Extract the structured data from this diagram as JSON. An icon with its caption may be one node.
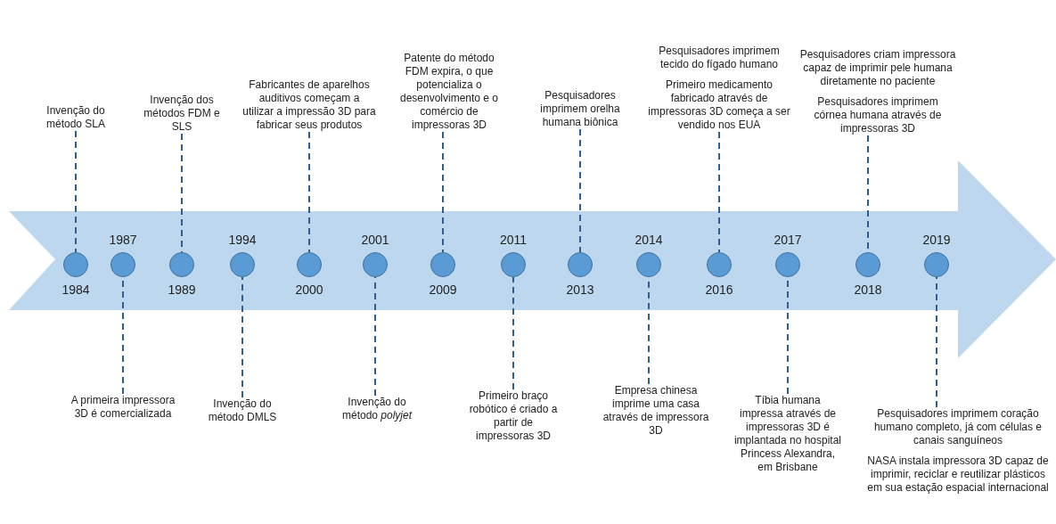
{
  "diagram": {
    "nodes": [
      {
        "text": [],
        "shape": "arrow"
      },
      {
        "text": [],
        "shape": "circle",
        "in": 0,
        "beside": [
          "1984"
        ]
      },
      {
        "text": [],
        "shape": "circle",
        "in": 0,
        "beside": [
          "1987"
        ]
      },
      {
        "text": [],
        "shape": "circle",
        "in": 0,
        "beside": [
          "1989"
        ]
      },
      {
        "text": [],
        "shape": "circle",
        "in": 0,
        "beside": [
          "1994"
        ]
      },
      {
        "text": [],
        "shape": "circle",
        "in": 0,
        "beside": [
          "2000"
        ]
      },
      {
        "text": [],
        "shape": "circle",
        "in": 0,
        "beside": [
          "2001"
        ]
      },
      {
        "text": [],
        "shape": "circle",
        "in": 0,
        "beside": [
          "2009"
        ]
      },
      {
        "text": [],
        "shape": "circle",
        "in": 0,
        "beside": [
          "2011"
        ]
      },
      {
        "text": [],
        "shape": "circle",
        "in": 0,
        "beside": [
          "2013"
        ]
      },
      {
        "text": [],
        "shape": "circle",
        "in": 0,
        "beside": [
          "2014"
        ]
      },
      {
        "text": [],
        "shape": "circle",
        "in": 0,
        "beside": [
          "2016"
        ]
      },
      {
        "text": [],
        "shape": "circle",
        "in": 0,
        "beside": [
          "2017"
        ]
      },
      {
        "text": [],
        "shape": "circle",
        "in": 0,
        "beside": [
          "2018"
        ]
      },
      {
        "text": [],
        "shape": "circle",
        "in": 0,
        "beside": [
          "2019"
        ]
      },
      {
        "text": [
          "Invenção do método SLA"
        ]
      },
      {
        "text": [
          "A primeira impressora 3D é comercializada"
        ]
      },
      {
        "text": [
          "Invenção dos métodos FDM e SLS"
        ]
      },
      {
        "text": [
          "Invenção do método DMLS"
        ]
      },
      {
        "text": [
          "Fabricantes de aparelhos auditivos começam a utilizar a impressão 3D para fabricar seus produtos"
        ]
      },
      {
        "text": [
          "Invenção do método *polyjet*"
        ]
      },
      {
        "text": [
          "Patente do método FDM expira, o que potencializa o desenvolvimento e o comércio de impressoras 3D"
        ]
      },
      {
        "text": [
          "Primeiro braço robótico é criado a partir de impressoras 3D"
        ]
      },
      {
        "text": [
          "Pesquisadores imprimem orelha humana biônica"
        ]
      },
      {
        "text": [
          "Empresa chinesa imprime uma casa através de impressora 3D"
        ]
      },
      {
        "text": [
          "Pesquisadores imprimem tecido do fígado humano",
          "Primeiro medicamento fabricado através de impressoras 3D começa a ser vendido nos EUA"
        ]
      },
      {
        "text": [
          "Tíbia humana impressa através de impressoras 3D é implantada no hospital Princess Alexandra, em Brisbane"
        ]
      },
      {
        "text": [
          "Pesquisadores criam impressora capaz de imprimir pele humana diretamente no paciente",
          "Pesquisadores imprimem córnea humana através de impressoras 3D"
        ]
      },
      {
        "text": [
          "Pesquisadores imprimem coração humano completo, já com células e canais sanguíneos",
          "NASA instala impressora 3D capaz de imprimir, reciclar e reutilizar plásticos em sua estação espacial internacional"
        ]
      }
    ],
    "edges": [
      {
        "from": 15,
        "to": 1,
        "arrow": "none",
        "style": "dashed"
      },
      {
        "from": 16,
        "to": 2,
        "arrow": "none",
        "style": "dashed"
      },
      {
        "from": 17,
        "to": 3,
        "arrow": "none",
        "style": "dashed"
      },
      {
        "from": 18,
        "to": 4,
        "arrow": "none",
        "style": "dashed"
      },
      {
        "from": 19,
        "to": 5,
        "arrow": "none",
        "style": "dashed"
      },
      {
        "from": 20,
        "to": 6,
        "arrow": "none",
        "style": "dashed"
      },
      {
        "from": 21,
        "to": 7,
        "arrow": "none",
        "style": "dashed"
      },
      {
        "from": 22,
        "to": 8,
        "arrow": "none",
        "style": "dashed"
      },
      {
        "from": 23,
        "to": 9,
        "arrow": "none",
        "style": "dashed"
      },
      {
        "from": 24,
        "to": 10,
        "arrow": "none",
        "style": "dashed"
      },
      {
        "from": 25,
        "to": 11,
        "arrow": "none",
        "style": "dashed"
      },
      {
        "from": 26,
        "to": 12,
        "arrow": "none",
        "style": "dashed"
      },
      {
        "from": 27,
        "to": 13,
        "arrow": "none",
        "style": "dashed"
      },
      {
        "from": 28,
        "to": 14,
        "arrow": "none",
        "style": "dashed"
      }
    ]
  }
}
